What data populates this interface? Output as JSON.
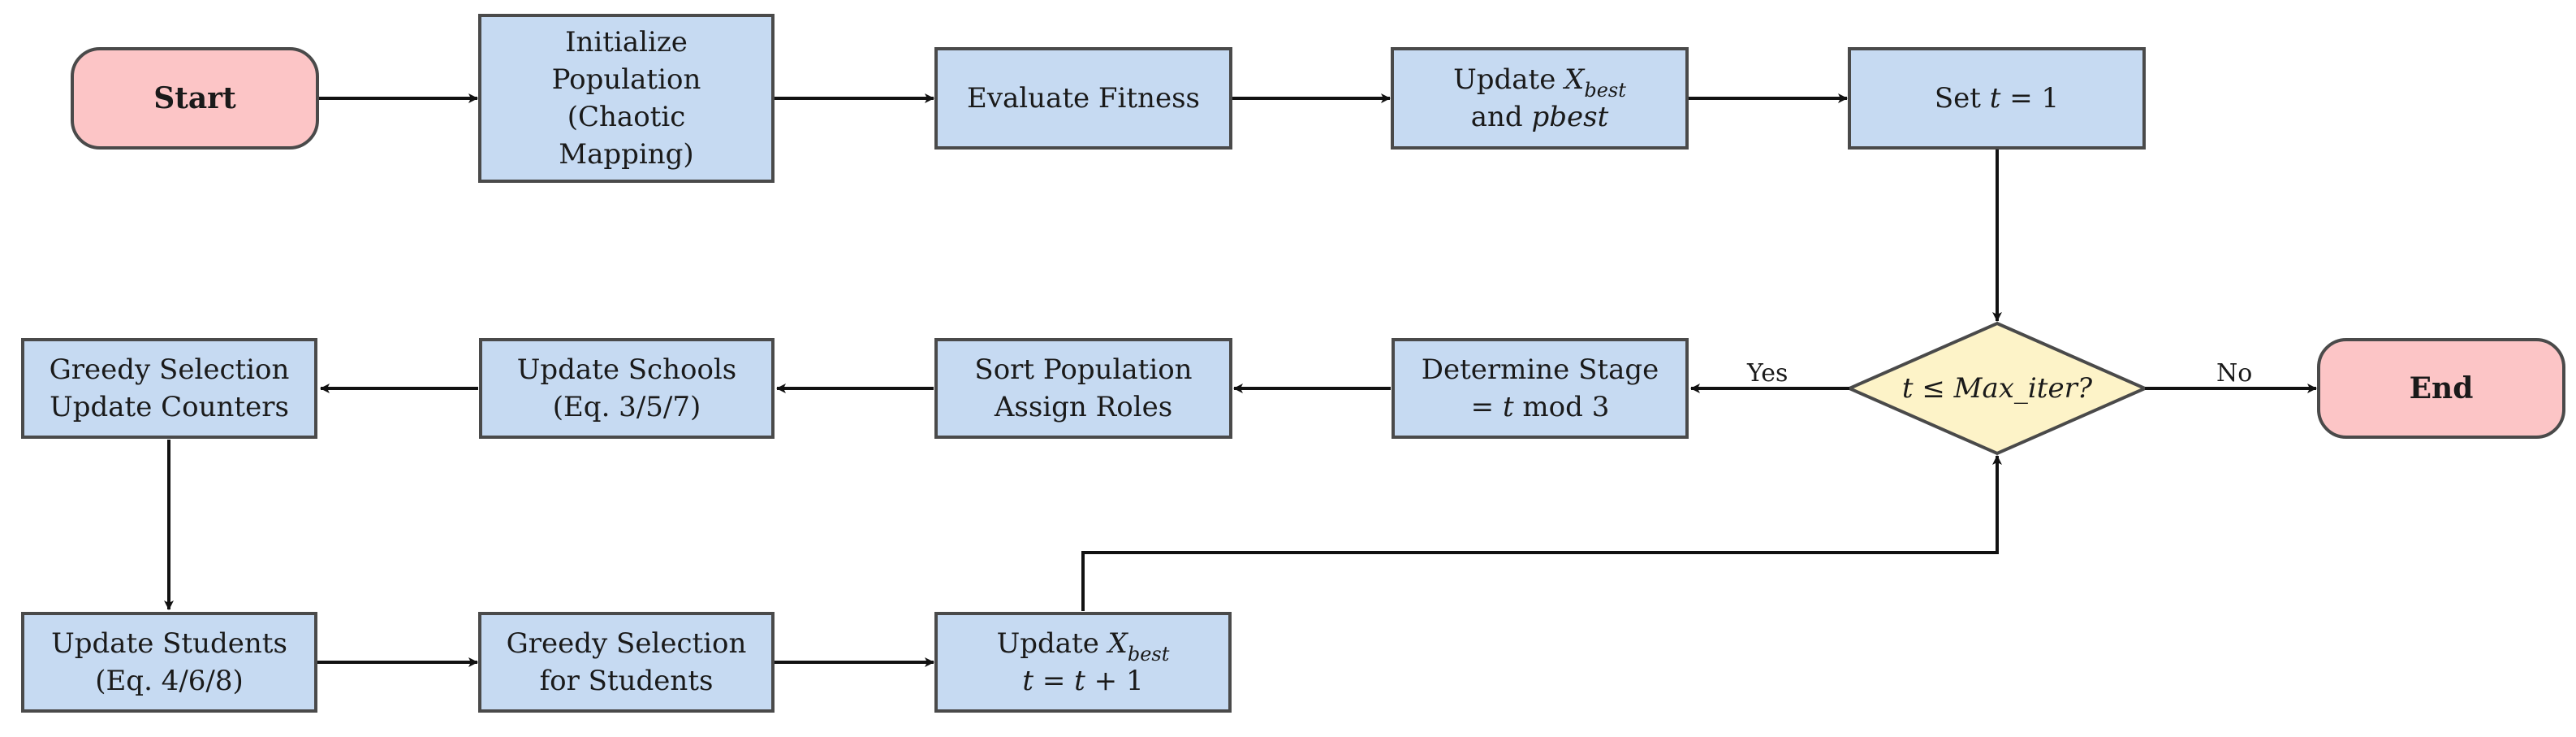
{
  "nodes": {
    "start": {
      "label": "Start"
    },
    "init_population": {
      "line1": "Initialize",
      "line2": "Population",
      "line3": "(Chaotic",
      "line4": "Mapping)"
    },
    "evaluate_fitness": {
      "label": "Evaluate Fitness"
    },
    "update_xbest_pbest": {
      "prefix": "Update ",
      "var": "X",
      "sub": "best",
      "line2_prefix": "and ",
      "line2_var": "pbest"
    },
    "set_t": {
      "prefix": "Set ",
      "var": "t",
      "suffix": " = 1"
    },
    "decision": {
      "label": "t ≤ Max_iter?"
    },
    "end": {
      "label": "End"
    },
    "determine_stage": {
      "line1": "Determine Stage",
      "line2_prefix": "= ",
      "line2_var": "t",
      "line2_suffix": " mod 3"
    },
    "sort_population": {
      "line1": "Sort Population",
      "line2": "Assign Roles"
    },
    "update_schools": {
      "line1": "Update Schools",
      "line2": "(Eq. 3/5/7)"
    },
    "greedy_selection_counters": {
      "line1": "Greedy Selection",
      "line2": "Update Counters"
    },
    "update_students": {
      "line1": "Update Students",
      "line2": "(Eq. 4/6/8)"
    },
    "greedy_selection_students": {
      "line1": "Greedy Selection",
      "line2": "for Students"
    },
    "update_xbest_t": {
      "prefix": "Update ",
      "var": "X",
      "sub": "best",
      "line2_var1": "t",
      "line2_mid": " = ",
      "line2_var2": "t",
      "line2_suffix": " + 1"
    }
  },
  "edge_labels": {
    "yes": "Yes",
    "no": "No"
  },
  "colors": {
    "process_fill": "#c6daf2",
    "terminal_fill": "#fcc5c6",
    "decision_fill": "#fdf3c8",
    "stroke": "#4a4a4a",
    "arrow": "#111111"
  }
}
